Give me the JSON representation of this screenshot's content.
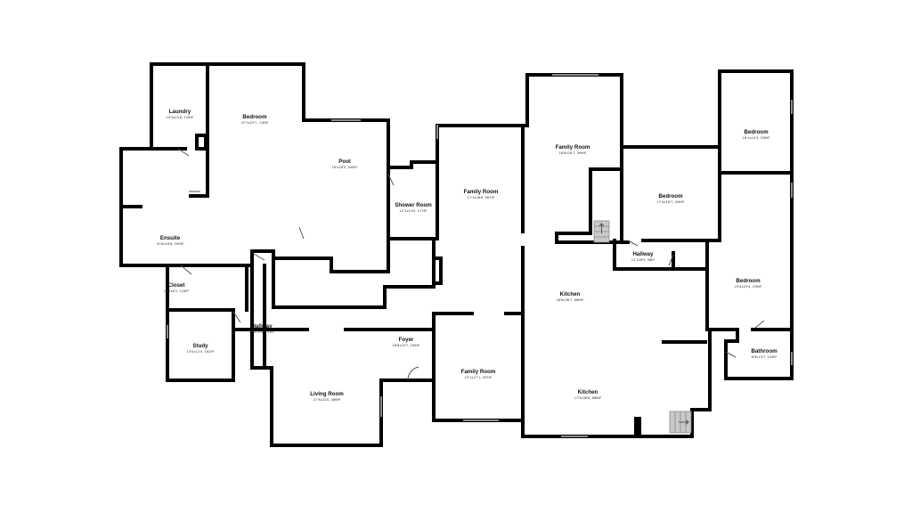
{
  "rooms": [
    {
      "id": "laundry",
      "name": "Laundry",
      "dims": "10'3x15'6, 159ft²"
    },
    {
      "id": "bedroom1",
      "name": "Bedroom",
      "dims": "37'7x19'7, 718ft²"
    },
    {
      "id": "pool",
      "name": "Pool",
      "dims": "16'x28'5, 445ft²"
    },
    {
      "id": "ensuite",
      "name": "Ensuite",
      "dims": "31'6x16'6, 359ft²"
    },
    {
      "id": "closet",
      "name": "Closet",
      "dims": "13'7x8'1, 124ft²"
    },
    {
      "id": "study",
      "name": "Study",
      "dims": "13'0x12'5, 162ft²"
    },
    {
      "id": "hallway1",
      "name": "Hallway",
      "dims": "23'x29'0, 191ft²"
    },
    {
      "id": "shower",
      "name": "Shower Room",
      "dims": "12'1x13'0, 117ft²"
    },
    {
      "id": "family1",
      "name": "Family Room",
      "dims": "17'1x28'8, 567ft²"
    },
    {
      "id": "foyer",
      "name": "Foyer",
      "dims": "16'8x10'7, 169ft²"
    },
    {
      "id": "living",
      "name": "Living Room",
      "dims": "21'9x22'0, 466ft²"
    },
    {
      "id": "family2",
      "name": "Family Room",
      "dims": "19'1x17'1, 337ft²"
    },
    {
      "id": "family3",
      "name": "Family Room",
      "dims": "18'8x26'7, 499ft²"
    },
    {
      "id": "kitchen1",
      "name": "Kitchen",
      "dims": "18'8x36'7, 686ft²"
    },
    {
      "id": "kitchen2",
      "name": "Kitchen",
      "dims": "17'4x38'8, 668ft²"
    },
    {
      "id": "bedroom2",
      "name": "Bedroom",
      "dims": "17'4x18'7, 326ft²"
    },
    {
      "id": "bedroom3",
      "name": "Bedroom",
      "dims": "18'1x14'3, 258ft²"
    },
    {
      "id": "hallway2",
      "name": "Hallway",
      "dims": "12'1x6'9, 36ft²"
    },
    {
      "id": "bedroom4",
      "name": "Bedroom",
      "dims": "23'0x20'4, 478ft²"
    },
    {
      "id": "bathroom",
      "name": "Bathroom",
      "dims": "8'9x13'7, 103ft²"
    }
  ]
}
